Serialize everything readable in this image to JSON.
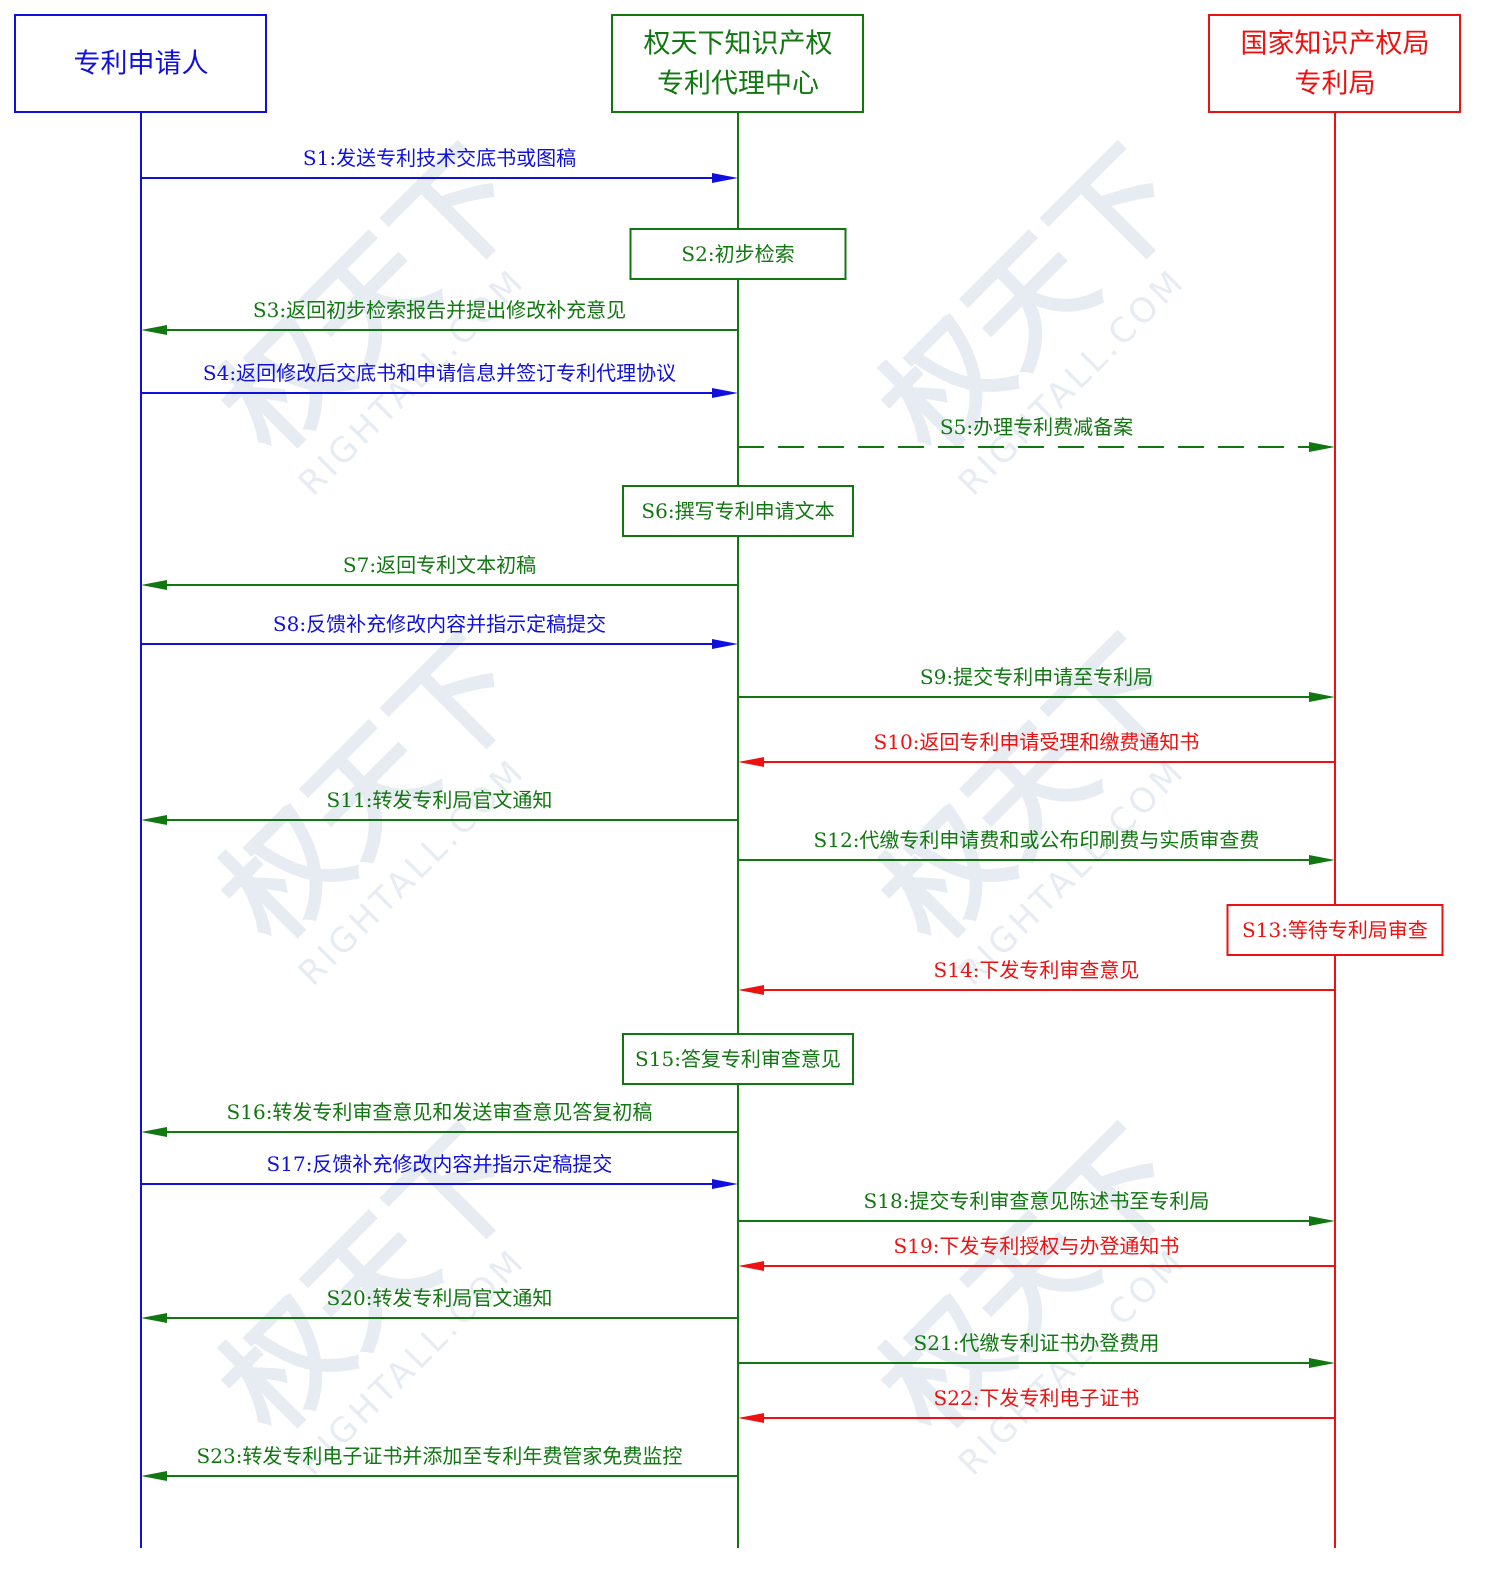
{
  "watermark": {
    "brand": "权天下",
    "site": "RIGHTALL.COM"
  },
  "colors": {
    "applicant": "#1010dd",
    "agency": "#117711",
    "office": "#ee1111",
    "watermark": "#dfe6f0"
  },
  "actors": [
    {
      "id": "applicant",
      "lines": [
        "专利申请人"
      ]
    },
    {
      "id": "agency",
      "lines": [
        "权天下知识产权",
        "专利代理中心"
      ]
    },
    {
      "id": "office",
      "lines": [
        "国家知识产权局",
        "专利局"
      ]
    }
  ],
  "steps": [
    {
      "kind": "msg",
      "from": "applicant",
      "to": "agency",
      "label": "S1:发送专利技术交底书或图稿"
    },
    {
      "kind": "box",
      "at": "agency",
      "label": "S2:初步检索"
    },
    {
      "kind": "msg",
      "from": "agency",
      "to": "applicant",
      "label": "S3:返回初步检索报告并提出修改补充意见"
    },
    {
      "kind": "msg",
      "from": "applicant",
      "to": "agency",
      "label": "S4:返回修改后交底书和申请信息并签订专利代理协议"
    },
    {
      "kind": "msg",
      "from": "agency",
      "to": "office",
      "label": "S5:办理专利费减备案",
      "dashed": true
    },
    {
      "kind": "box",
      "at": "agency",
      "label": "S6:撰写专利申请文本"
    },
    {
      "kind": "msg",
      "from": "agency",
      "to": "applicant",
      "label": "S7:返回专利文本初稿"
    },
    {
      "kind": "msg",
      "from": "applicant",
      "to": "agency",
      "label": "S8:反馈补充修改内容并指示定稿提交"
    },
    {
      "kind": "msg",
      "from": "agency",
      "to": "office",
      "label": "S9:提交专利申请至专利局"
    },
    {
      "kind": "msg",
      "from": "office",
      "to": "agency",
      "label": "S10:返回专利申请受理和缴费通知书"
    },
    {
      "kind": "msg",
      "from": "agency",
      "to": "applicant",
      "label": "S11:转发专利局官文通知"
    },
    {
      "kind": "msg",
      "from": "agency",
      "to": "office",
      "label": "S12:代缴专利申请费和或公布印刷费与实质审查费"
    },
    {
      "kind": "box",
      "at": "office",
      "label": "S13:等待专利局审查"
    },
    {
      "kind": "msg",
      "from": "office",
      "to": "agency",
      "label": "S14:下发专利审查意见"
    },
    {
      "kind": "box",
      "at": "agency",
      "label": "S15:答复专利审查意见"
    },
    {
      "kind": "msg",
      "from": "agency",
      "to": "applicant",
      "label": "S16:转发专利审查意见和发送审查意见答复初稿"
    },
    {
      "kind": "msg",
      "from": "applicant",
      "to": "agency",
      "label": "S17:反馈补充修改内容并指示定稿提交"
    },
    {
      "kind": "msg",
      "from": "agency",
      "to": "office",
      "label": "S18:提交专利审查意见陈述书至专利局"
    },
    {
      "kind": "msg",
      "from": "office",
      "to": "agency",
      "label": "S19:下发专利授权与办登通知书"
    },
    {
      "kind": "msg",
      "from": "agency",
      "to": "applicant",
      "label": "S20:转发专利局官文通知"
    },
    {
      "kind": "msg",
      "from": "agency",
      "to": "office",
      "label": "S21:代缴专利证书办登费用"
    },
    {
      "kind": "msg",
      "from": "office",
      "to": "agency",
      "label": "S22:下发专利电子证书"
    },
    {
      "kind": "msg",
      "from": "agency",
      "to": "applicant",
      "label": "S23:转发专利电子证书并添加至专利年费管家免费监控"
    }
  ]
}
